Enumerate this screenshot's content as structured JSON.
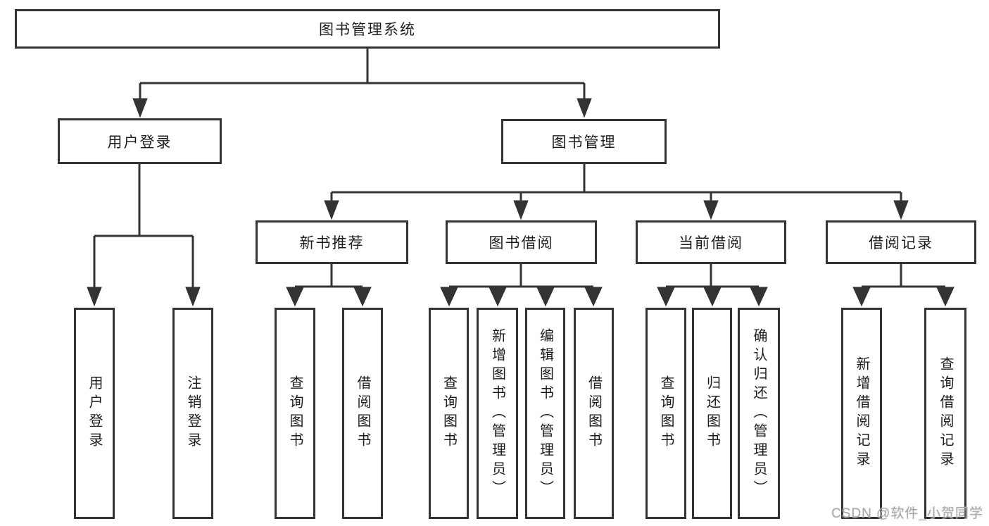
{
  "diagram": {
    "nodes": {
      "root": {
        "label": "图书管理系统"
      },
      "user_login": {
        "label": "用户登录"
      },
      "book_mgmt": {
        "label": "图书管理"
      },
      "new_book_recommend": {
        "label": "新书推荐"
      },
      "book_borrow": {
        "label": "图书借阅"
      },
      "current_borrow": {
        "label": "当前借阅"
      },
      "borrow_records": {
        "label": "借阅记录"
      },
      "leaf_user_login": {
        "label": "用户登录"
      },
      "leaf_logout": {
        "label": "注销登录"
      },
      "leaf_query_book_rec": {
        "label": "查询图书"
      },
      "leaf_borrow_book_rec": {
        "label": "借阅图书"
      },
      "leaf_query_book_bb": {
        "label": "查询图书"
      },
      "leaf_add_book_admin": {
        "label": "新增图书（管理员）"
      },
      "leaf_edit_book_admin": {
        "label": "编辑图书（管理员）"
      },
      "leaf_borrow_book_bb": {
        "label": "借阅图书"
      },
      "leaf_query_book_cur": {
        "label": "查询图书"
      },
      "leaf_return_book": {
        "label": "归还图书"
      },
      "leaf_confirm_return_admin": {
        "label": "确认归还（管理员）"
      },
      "leaf_add_borrow_record": {
        "label": "新增借阅记录"
      },
      "leaf_query_borrow_record": {
        "label": "查询借阅记录"
      }
    },
    "watermark": "CSDN @软件_小贺同学"
  }
}
